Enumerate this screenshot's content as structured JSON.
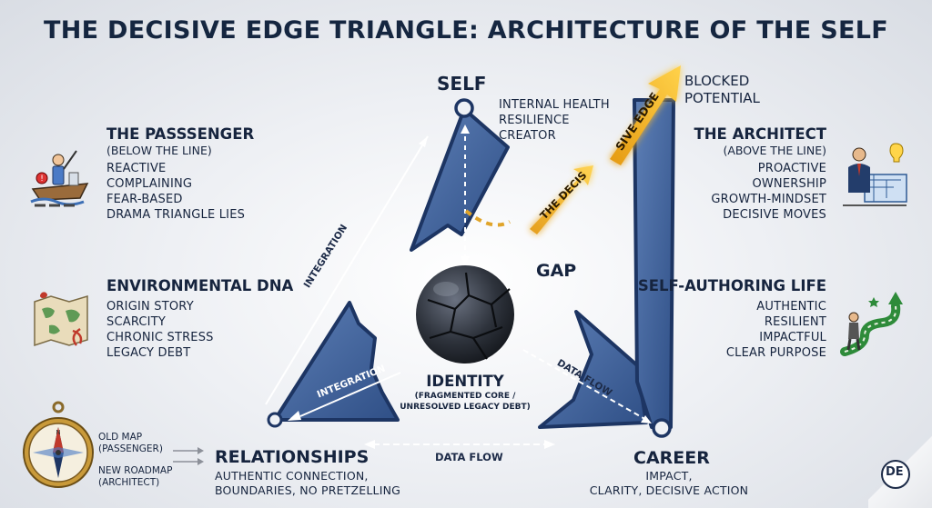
{
  "title": "THE DECISIVE EDGE TRIANGLE: ARCHITECTURE OF THE SELF",
  "colors": {
    "triangle_blue": "#3d5f95",
    "triangle_dark": "#1d3563",
    "gold": "#f2b01e",
    "text": "#16243e"
  },
  "nodes": {
    "self": {
      "title": "SELF",
      "items": [
        "INTERNAL HEALTH",
        "RESILIENCE",
        "CREATOR"
      ]
    },
    "relationships": {
      "title": "RELATIONSHIPS",
      "items": [
        "AUTHENTIC CONNECTION,",
        "BOUNDARIES, NO PRETZELLING"
      ]
    },
    "career": {
      "title": "CAREER",
      "items": [
        "IMPACT,",
        "CLARITY, DECISIVE ACTION"
      ]
    }
  },
  "center": {
    "title": "IDENTITY",
    "subtitle_lines": [
      "(FRAGMENTED CORE /",
      "UNRESOLVED LEGACY DEBT)"
    ]
  },
  "gap_label": "GAP",
  "blocked": [
    "BLOCKED",
    "POTENTIAL"
  ],
  "arrow_labels": {
    "integration_outer": "INTEGRATION",
    "integration_inner": "INTEGRATION",
    "data_flow_diag": "DATA FLOW",
    "data_flow_bottom": "DATA FLOW",
    "decis_small": "THE DECIS",
    "decis_big": "SIVE EDGE"
  },
  "passenger": {
    "title": "THE PASSSENGER",
    "subtitle": "(BELOW THE LINE)",
    "items": [
      "REACTIVE",
      "COMPLAINING",
      "FEAR-BASED",
      "DRAMA TRIANGLE LIES"
    ]
  },
  "architect": {
    "title": "THE ARCHITECT",
    "subtitle": "(ABOVE THE LINE)",
    "items": [
      "PROACTIVE",
      "OWNERSHIP",
      "GROWTH-MINDSET",
      "DECISIVE MOVES"
    ]
  },
  "environmental": {
    "title": "ENVIRONMENTAL DNA",
    "items": [
      "ORIGIN STORY",
      "SCARCITY",
      "CHRONIC STRESS",
      "LEGACY DEBT"
    ]
  },
  "self_authoring": {
    "title": "SELF-AUTHORING LIFE",
    "items": [
      "AUTHENTIC",
      "RESILIENT",
      "IMPACTFUL",
      "CLEAR PURPOSE"
    ]
  },
  "compass": {
    "old_map": [
      "OLD MAP",
      "(PASSENGER)"
    ],
    "new_roadmap": [
      "NEW ROADMAP",
      "(ARCHITECT)"
    ]
  },
  "logo": "DE",
  "icons": [
    "passenger-boat-icon",
    "architect-icon",
    "world-map-dna-icon",
    "climbing-path-icon",
    "compass-icon",
    "de-logo-icon"
  ]
}
